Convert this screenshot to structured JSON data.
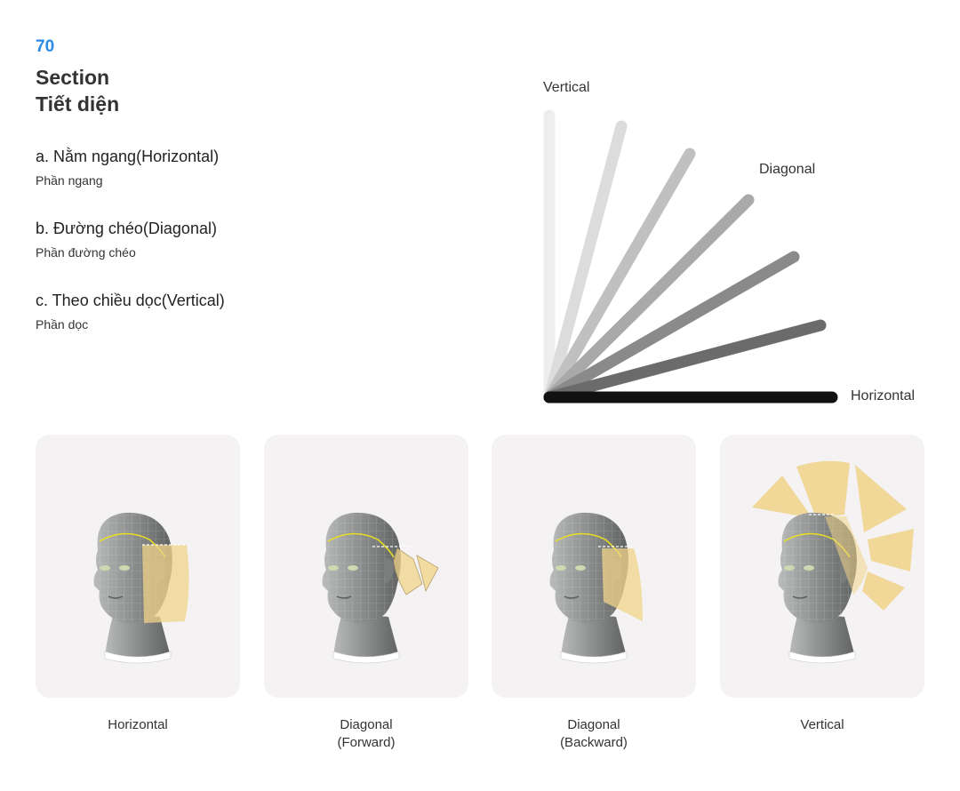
{
  "header": {
    "number": "70",
    "title_en": "Section",
    "title_vi": "Tiết diện"
  },
  "items": [
    {
      "heading": "a. Nằm ngang(Horizontal)",
      "sub": "Phần ngang"
    },
    {
      "heading": "b. Đường chéo(Diagonal)",
      "sub": "Phần đường chéo"
    },
    {
      "heading": "c. Theo chiều dọc(Vertical)",
      "sub": "Phần dọc"
    }
  ],
  "fan": {
    "label_vertical": "Vertical",
    "label_diagonal": "Diagonal",
    "label_horizontal": "Horizontal"
  },
  "cards": [
    {
      "line1": "Horizontal",
      "line2": ""
    },
    {
      "line1": "Diagonal",
      "line2": "(Forward)"
    },
    {
      "line1": "Diagonal",
      "line2": "(Backward)"
    },
    {
      "line1": "Vertical",
      "line2": ""
    }
  ],
  "colors": {
    "accent": "#2b8be6",
    "card_bg": "#f4f2f2",
    "section_plane": "#f0d48a",
    "head": "#8e9190"
  }
}
